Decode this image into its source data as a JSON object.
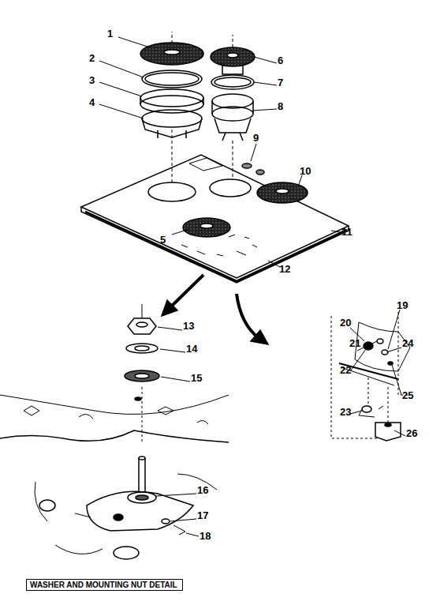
{
  "diagram": {
    "nodes": [
      {
        "text": [
          "WASHER AND MOUNTING NUT DETAIL"
        ]
      }
    ],
    "labels": [
      "1",
      "2",
      "3",
      "4",
      "5",
      "6",
      "7",
      "8",
      "9",
      "10",
      "11",
      "12",
      "13",
      "14",
      "15",
      "16",
      "17",
      "18",
      "19",
      "20",
      "21",
      "22",
      "23",
      "24",
      "25",
      "26"
    ]
  }
}
